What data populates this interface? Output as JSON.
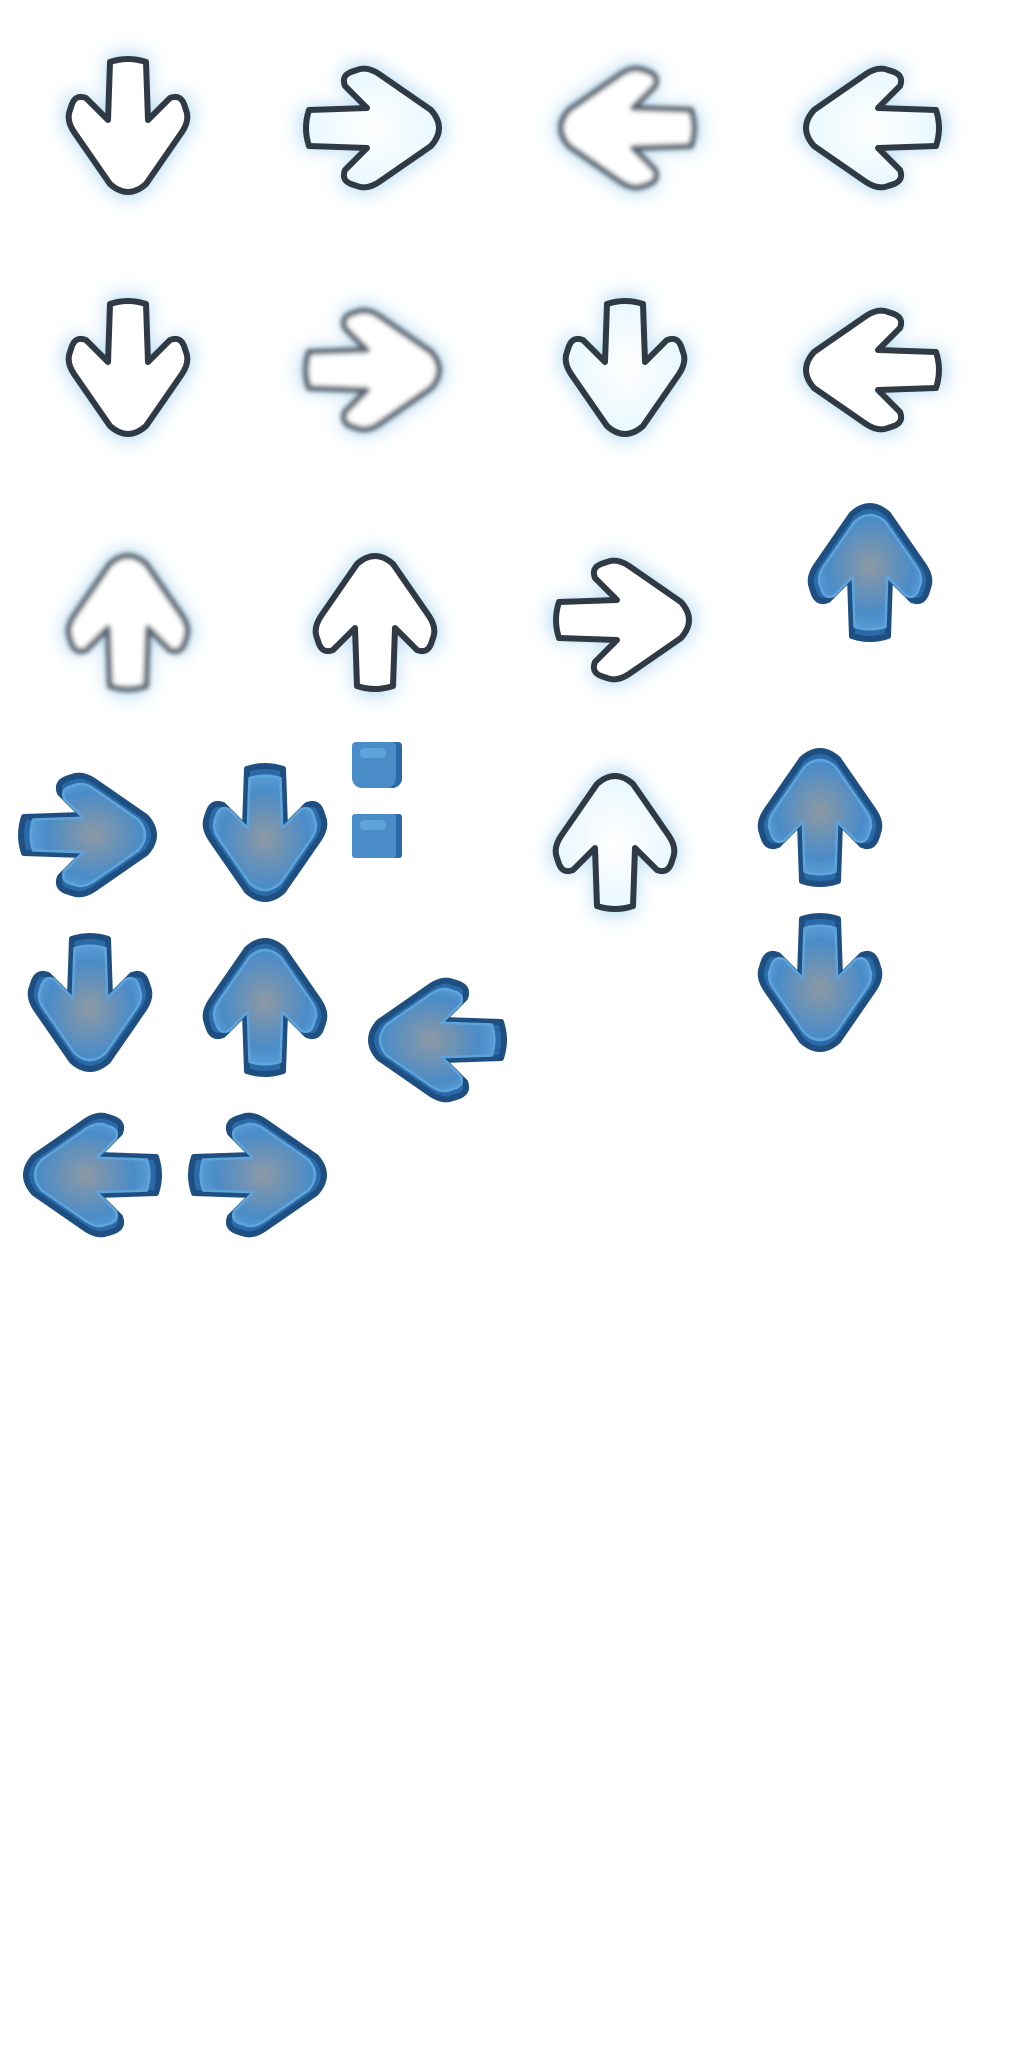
{
  "sheet": {
    "background": "#ffffff",
    "palette": {
      "glow": "#9fd0f0",
      "white_fill": "#ffffff",
      "ice_fill": "#e4f6ff",
      "dark_outline": "#2f3a44",
      "soft_outline": "#5a6570",
      "blue_outer": "#2a6aa8",
      "blue_inner_line": "#5ea3da",
      "blue_center": "#8d99a4",
      "blue_edge": "#4a8cc8",
      "hold_blue": "#4a8cc8",
      "hold_dark": "#2a6aa8"
    },
    "sprites": [
      {
        "name": "down-white-glow",
        "icon": "arrow-down-icon",
        "style": "white-glow"
      },
      {
        "name": "right-ice-glow",
        "icon": "arrow-right-icon",
        "style": "ice-glow"
      },
      {
        "name": "left-white-blurred",
        "icon": "arrow-left-icon",
        "style": "white-blur"
      },
      {
        "name": "left-ice-glow",
        "icon": "arrow-left-icon",
        "style": "ice-glow"
      },
      {
        "name": "down-white-glow-2",
        "icon": "arrow-down-icon",
        "style": "white-glow"
      },
      {
        "name": "right-white-blurred",
        "icon": "arrow-right-icon",
        "style": "white-blur"
      },
      {
        "name": "down-ice-glow",
        "icon": "arrow-down-icon",
        "style": "ice-glow"
      },
      {
        "name": "left-white-glow",
        "icon": "arrow-left-icon",
        "style": "white-glow"
      },
      {
        "name": "up-white-blurred",
        "icon": "arrow-up-icon",
        "style": "white-blur"
      },
      {
        "name": "up-white-glow",
        "icon": "arrow-up-icon",
        "style": "white-glow"
      },
      {
        "name": "right-white-glow",
        "icon": "arrow-right-icon",
        "style": "white-glow"
      },
      {
        "name": "up-blue-note",
        "icon": "arrow-up-icon",
        "style": "blue"
      },
      {
        "name": "right-blue-note",
        "icon": "arrow-right-icon",
        "style": "blue"
      },
      {
        "name": "down-blue-note",
        "icon": "arrow-down-icon",
        "style": "blue"
      },
      {
        "name": "up-ice-glow",
        "icon": "arrow-up-icon",
        "style": "ice-glow"
      },
      {
        "name": "up-blue-note-2",
        "icon": "arrow-up-icon",
        "style": "blue"
      },
      {
        "name": "down-blue-note-2",
        "icon": "arrow-down-icon",
        "style": "blue"
      },
      {
        "name": "up-blue-note-3",
        "icon": "arrow-up-icon",
        "style": "blue"
      },
      {
        "name": "left-blue-note",
        "icon": "arrow-left-icon",
        "style": "blue"
      },
      {
        "name": "down-blue-note-3",
        "icon": "arrow-down-icon",
        "style": "blue"
      },
      {
        "name": "left-blue-note-2",
        "icon": "arrow-left-icon",
        "style": "blue"
      },
      {
        "name": "right-blue-note-2",
        "icon": "arrow-right-icon",
        "style": "blue"
      }
    ],
    "hold_pieces": [
      {
        "name": "hold-end-cap",
        "icon": "hold-end-icon"
      },
      {
        "name": "hold-body",
        "icon": "hold-body-icon"
      }
    ]
  }
}
